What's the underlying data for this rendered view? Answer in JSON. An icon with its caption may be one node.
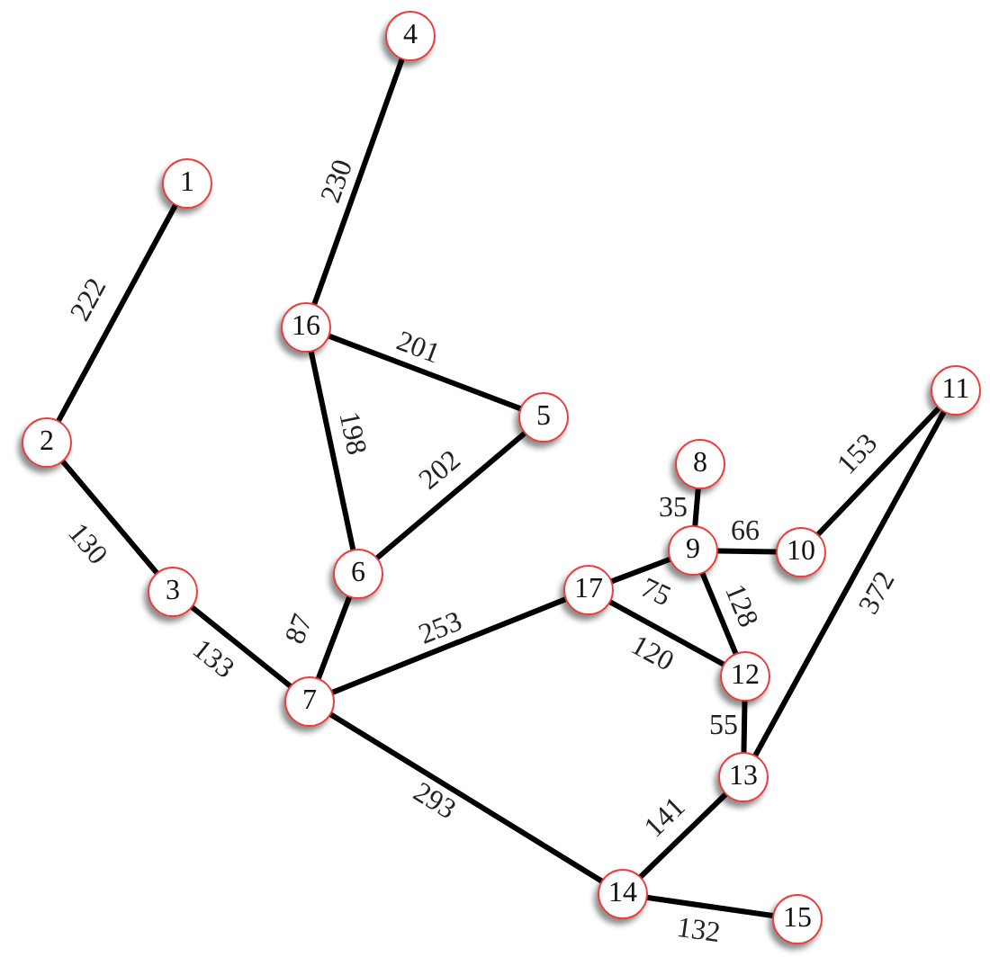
{
  "diagram": {
    "nodes": [
      {
        "text": [
          "1"
        ]
      },
      {
        "text": [
          "2"
        ]
      },
      {
        "text": [
          "3"
        ]
      },
      {
        "text": [
          "4"
        ]
      },
      {
        "text": [
          "5"
        ]
      },
      {
        "text": [
          "6"
        ]
      },
      {
        "text": [
          "7"
        ]
      },
      {
        "text": [
          "8"
        ]
      },
      {
        "text": [
          "9"
        ]
      },
      {
        "text": [
          "10"
        ]
      },
      {
        "text": [
          "11"
        ]
      },
      {
        "text": [
          "12"
        ]
      },
      {
        "text": [
          "13"
        ]
      },
      {
        "text": [
          "14"
        ]
      },
      {
        "text": [
          "15"
        ]
      },
      {
        "text": [
          "16"
        ]
      },
      {
        "text": [
          "17"
        ]
      }
    ],
    "edges": [
      {
        "from": 0,
        "to": 1,
        "arrow": "none",
        "label": "222"
      },
      {
        "from": 1,
        "to": 2,
        "arrow": "none",
        "label": "130"
      },
      {
        "from": 2,
        "to": 6,
        "arrow": "none",
        "label": "133"
      },
      {
        "from": 3,
        "to": 15,
        "arrow": "none",
        "label": "230"
      },
      {
        "from": 15,
        "to": 4,
        "arrow": "none",
        "label": "201"
      },
      {
        "from": 15,
        "to": 5,
        "arrow": "none",
        "label": "198"
      },
      {
        "from": 5,
        "to": 4,
        "arrow": "none",
        "label": "202"
      },
      {
        "from": 5,
        "to": 6,
        "arrow": "none",
        "label": "87"
      },
      {
        "from": 6,
        "to": 16,
        "arrow": "none",
        "label": "253"
      },
      {
        "from": 6,
        "to": 13,
        "arrow": "none",
        "label": "293"
      },
      {
        "from": 16,
        "to": 8,
        "arrow": "none",
        "label": "75"
      },
      {
        "from": 16,
        "to": 11,
        "arrow": "none",
        "label": "120"
      },
      {
        "from": 7,
        "to": 8,
        "arrow": "none",
        "label": "35"
      },
      {
        "from": 8,
        "to": 9,
        "arrow": "none",
        "label": "66"
      },
      {
        "from": 8,
        "to": 11,
        "arrow": "none",
        "label": "128"
      },
      {
        "from": 9,
        "to": 10,
        "arrow": "none",
        "label": "153"
      },
      {
        "from": 10,
        "to": 12,
        "arrow": "none",
        "label": "372"
      },
      {
        "from": 11,
        "to": 12,
        "arrow": "none",
        "label": "55"
      },
      {
        "from": 12,
        "to": 13,
        "arrow": "none",
        "label": "141"
      },
      {
        "from": 13,
        "to": 14,
        "arrow": "none",
        "label": "132"
      }
    ]
  }
}
